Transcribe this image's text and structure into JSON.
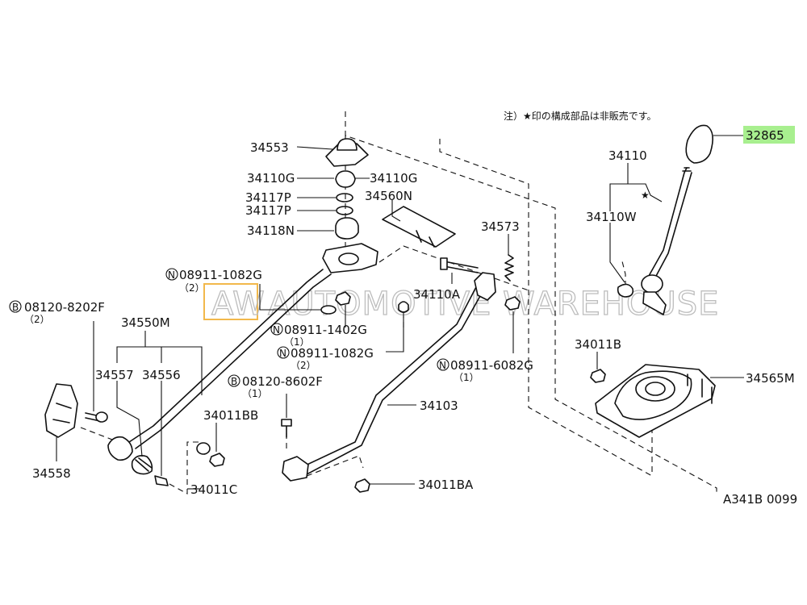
{
  "note": "注）★印の構成部品は非販売です。",
  "star": "★",
  "diagram_code": "A341B 0099",
  "watermark": {
    "prefix": "AW",
    "text": "AUTOMOTIVE WAREHOUSE",
    "accent_color": "#f2b84b"
  },
  "highlight_color": "#a8ef8f",
  "parts": {
    "p32865": "32865",
    "p34110": "34110",
    "p34110W": "34110W",
    "p34011B": "34011B",
    "p34565M": "34565M",
    "p34553": "34553",
    "p34110G_left": "34110G",
    "p34110G_right": "34110G",
    "p34117P_a": "34117P",
    "p34117P_b": "34117P",
    "p34118N": "34118N",
    "p34560N": "34560N",
    "p34573": "34573",
    "p34110A": "34110A",
    "p34103": "34103",
    "p34011BA": "34011BA",
    "p34550M": "34550M",
    "p34557": "34557",
    "p34556": "34556",
    "p34558": "34558",
    "p34011BB": "34011BB",
    "p34011C": "34011C"
  },
  "fasteners": {
    "n1082g_top": {
      "prefix": "N",
      "code": "08911-1082G",
      "qty": "（2）"
    },
    "b8202f": {
      "prefix": "B",
      "code": "08120-8202F",
      "qty": "（2）"
    },
    "n1402g": {
      "prefix": "N",
      "code": "08911-1402G",
      "qty": "（1）"
    },
    "n1082g_mid": {
      "prefix": "N",
      "code": "08911-1082G",
      "qty": "（2）"
    },
    "b8602f": {
      "prefix": "B",
      "code": "08120-8602F",
      "qty": "（1）"
    },
    "n6082g": {
      "prefix": "N",
      "code": "08911-6082G",
      "qty": "（1）"
    }
  }
}
